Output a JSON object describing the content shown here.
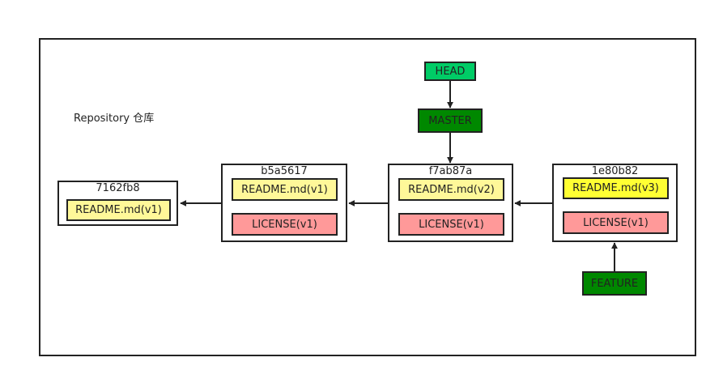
{
  "repository_label": "Repository 仓库",
  "commits": [
    {
      "id": "7162fb8",
      "files": [
        "README.md(v1)"
      ]
    },
    {
      "id": "b5a5617",
      "files": [
        "README.md(v1)",
        "LICENSE(v1)"
      ]
    },
    {
      "id": "f7ab87a",
      "files": [
        "README.md(v2)",
        "LICENSE(v1)"
      ]
    },
    {
      "id": "1e80b82",
      "files": [
        "README.md(v3)",
        "LICENSE(v1)"
      ]
    }
  ],
  "refs": {
    "head": "HEAD",
    "master": "MASTER",
    "feature": "FEATURE"
  },
  "colors": {
    "readme_old": "#fff899",
    "readme_v3": "#ffff33",
    "license": "#ff9999",
    "head": "#00cc66",
    "branch": "#008800",
    "stroke": "#222222"
  }
}
